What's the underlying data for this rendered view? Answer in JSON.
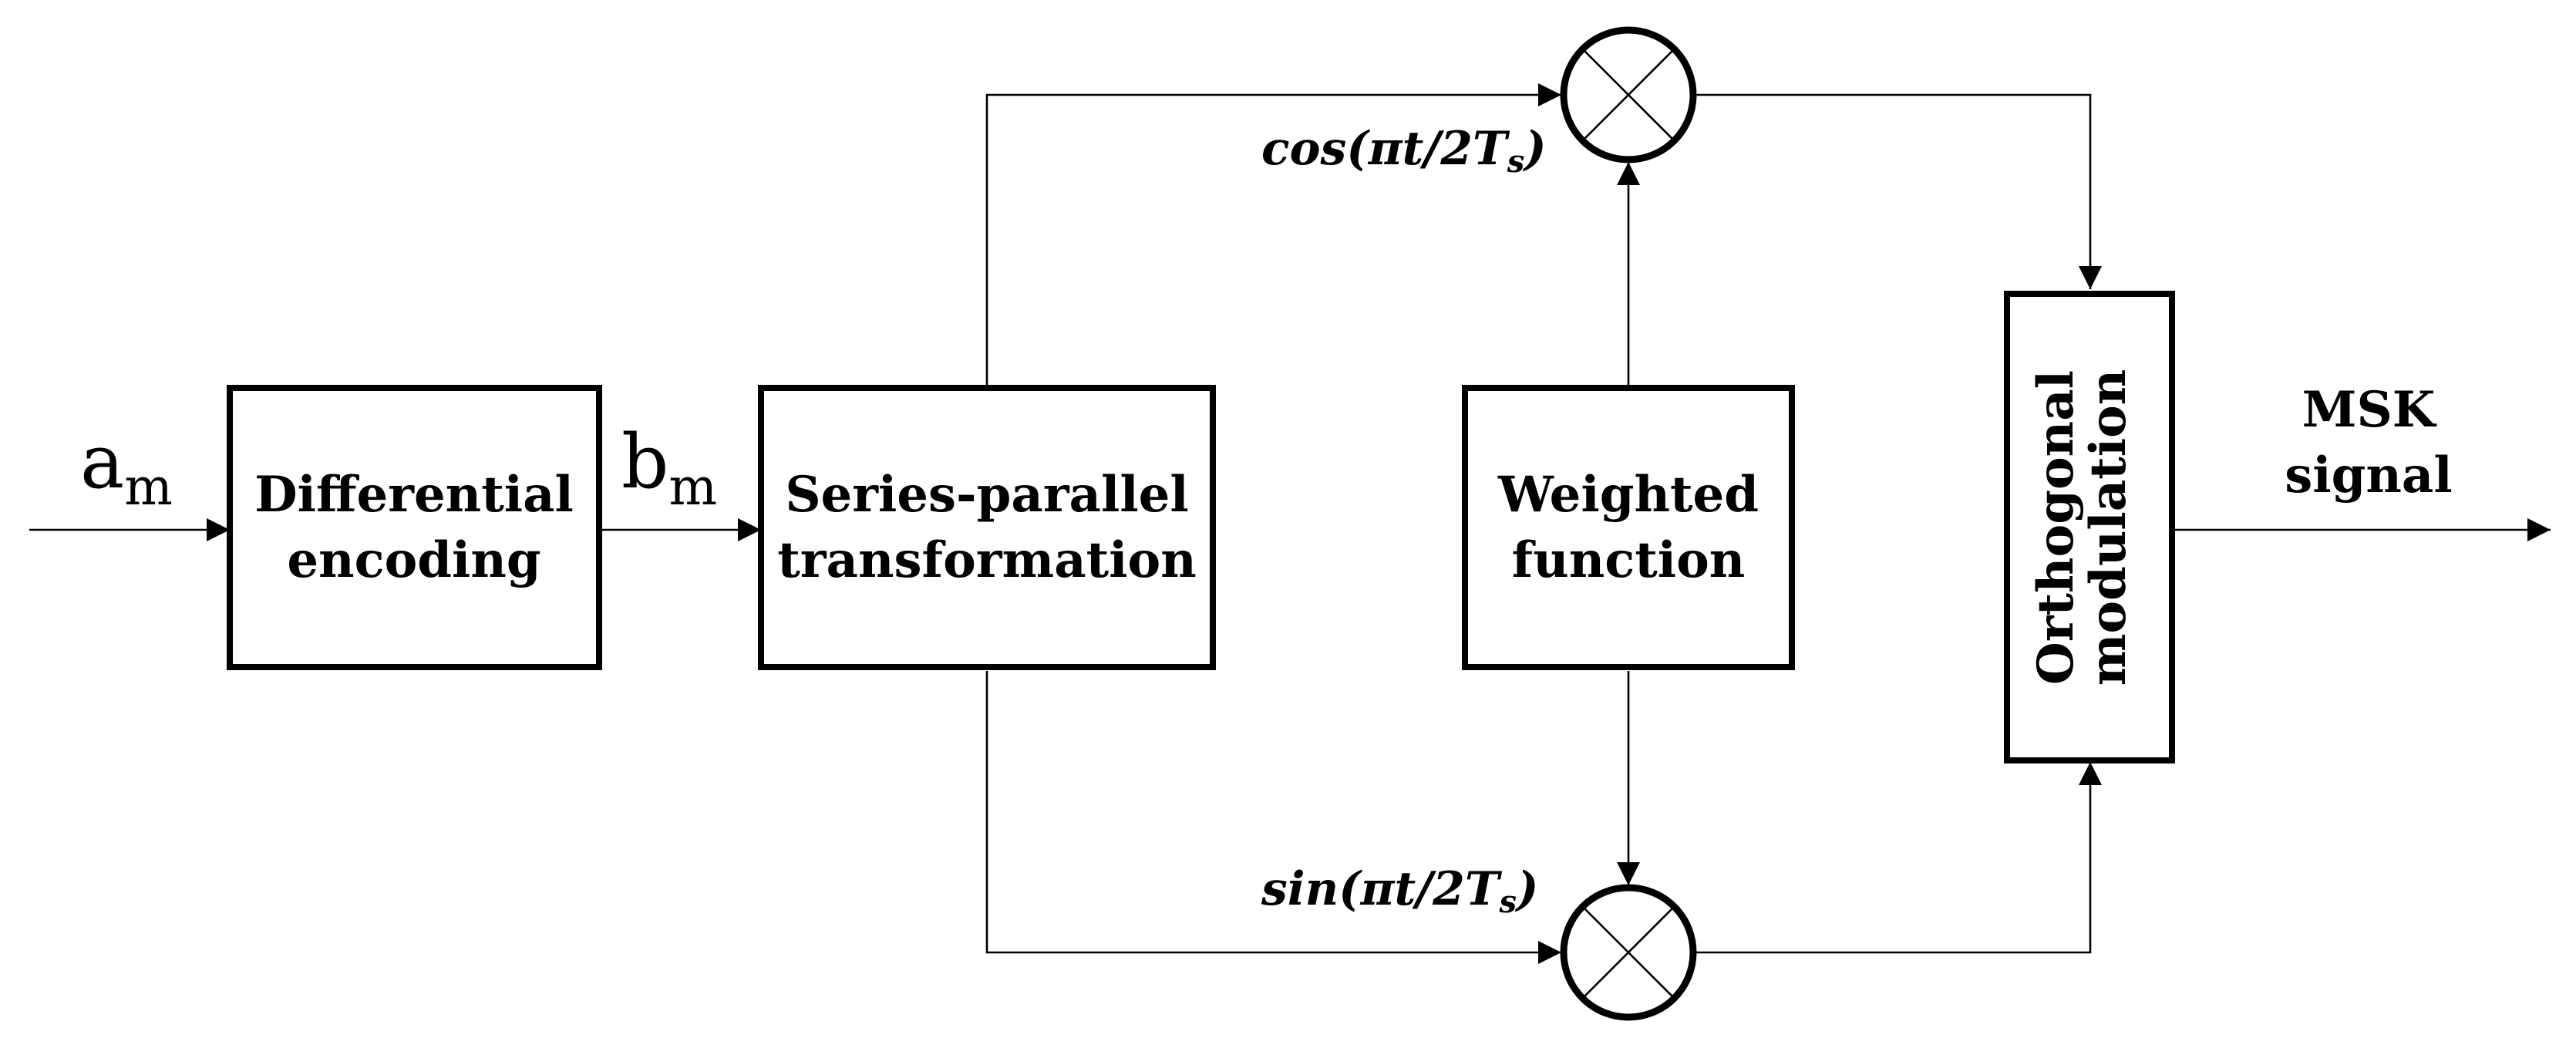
{
  "blocks": {
    "differential_encoding": {
      "line1": "Differential",
      "line2": "encoding"
    },
    "series_parallel": {
      "line1": "Series-parallel",
      "line2": "transformation"
    },
    "weighted_function": {
      "line1": "Weighted",
      "line2": "function"
    },
    "orthogonal_modulation": {
      "line1": "Orthogonal",
      "line2": "modulation"
    }
  },
  "signals": {
    "input": {
      "base": "a",
      "sub": "m"
    },
    "encoded": {
      "base": "b",
      "sub": "m"
    },
    "output": {
      "line1": "MSK",
      "line2": "signal"
    }
  },
  "carriers": {
    "cos": {
      "prefix": "cos(",
      "mid": "πt/2T",
      "sub": "s",
      "suffix": ")"
    },
    "sin": {
      "prefix": "sin(",
      "mid": "πt/2T",
      "sub": "s",
      "suffix": ")"
    }
  },
  "colors": {
    "stroke": "#000000",
    "background": "#ffffff"
  }
}
